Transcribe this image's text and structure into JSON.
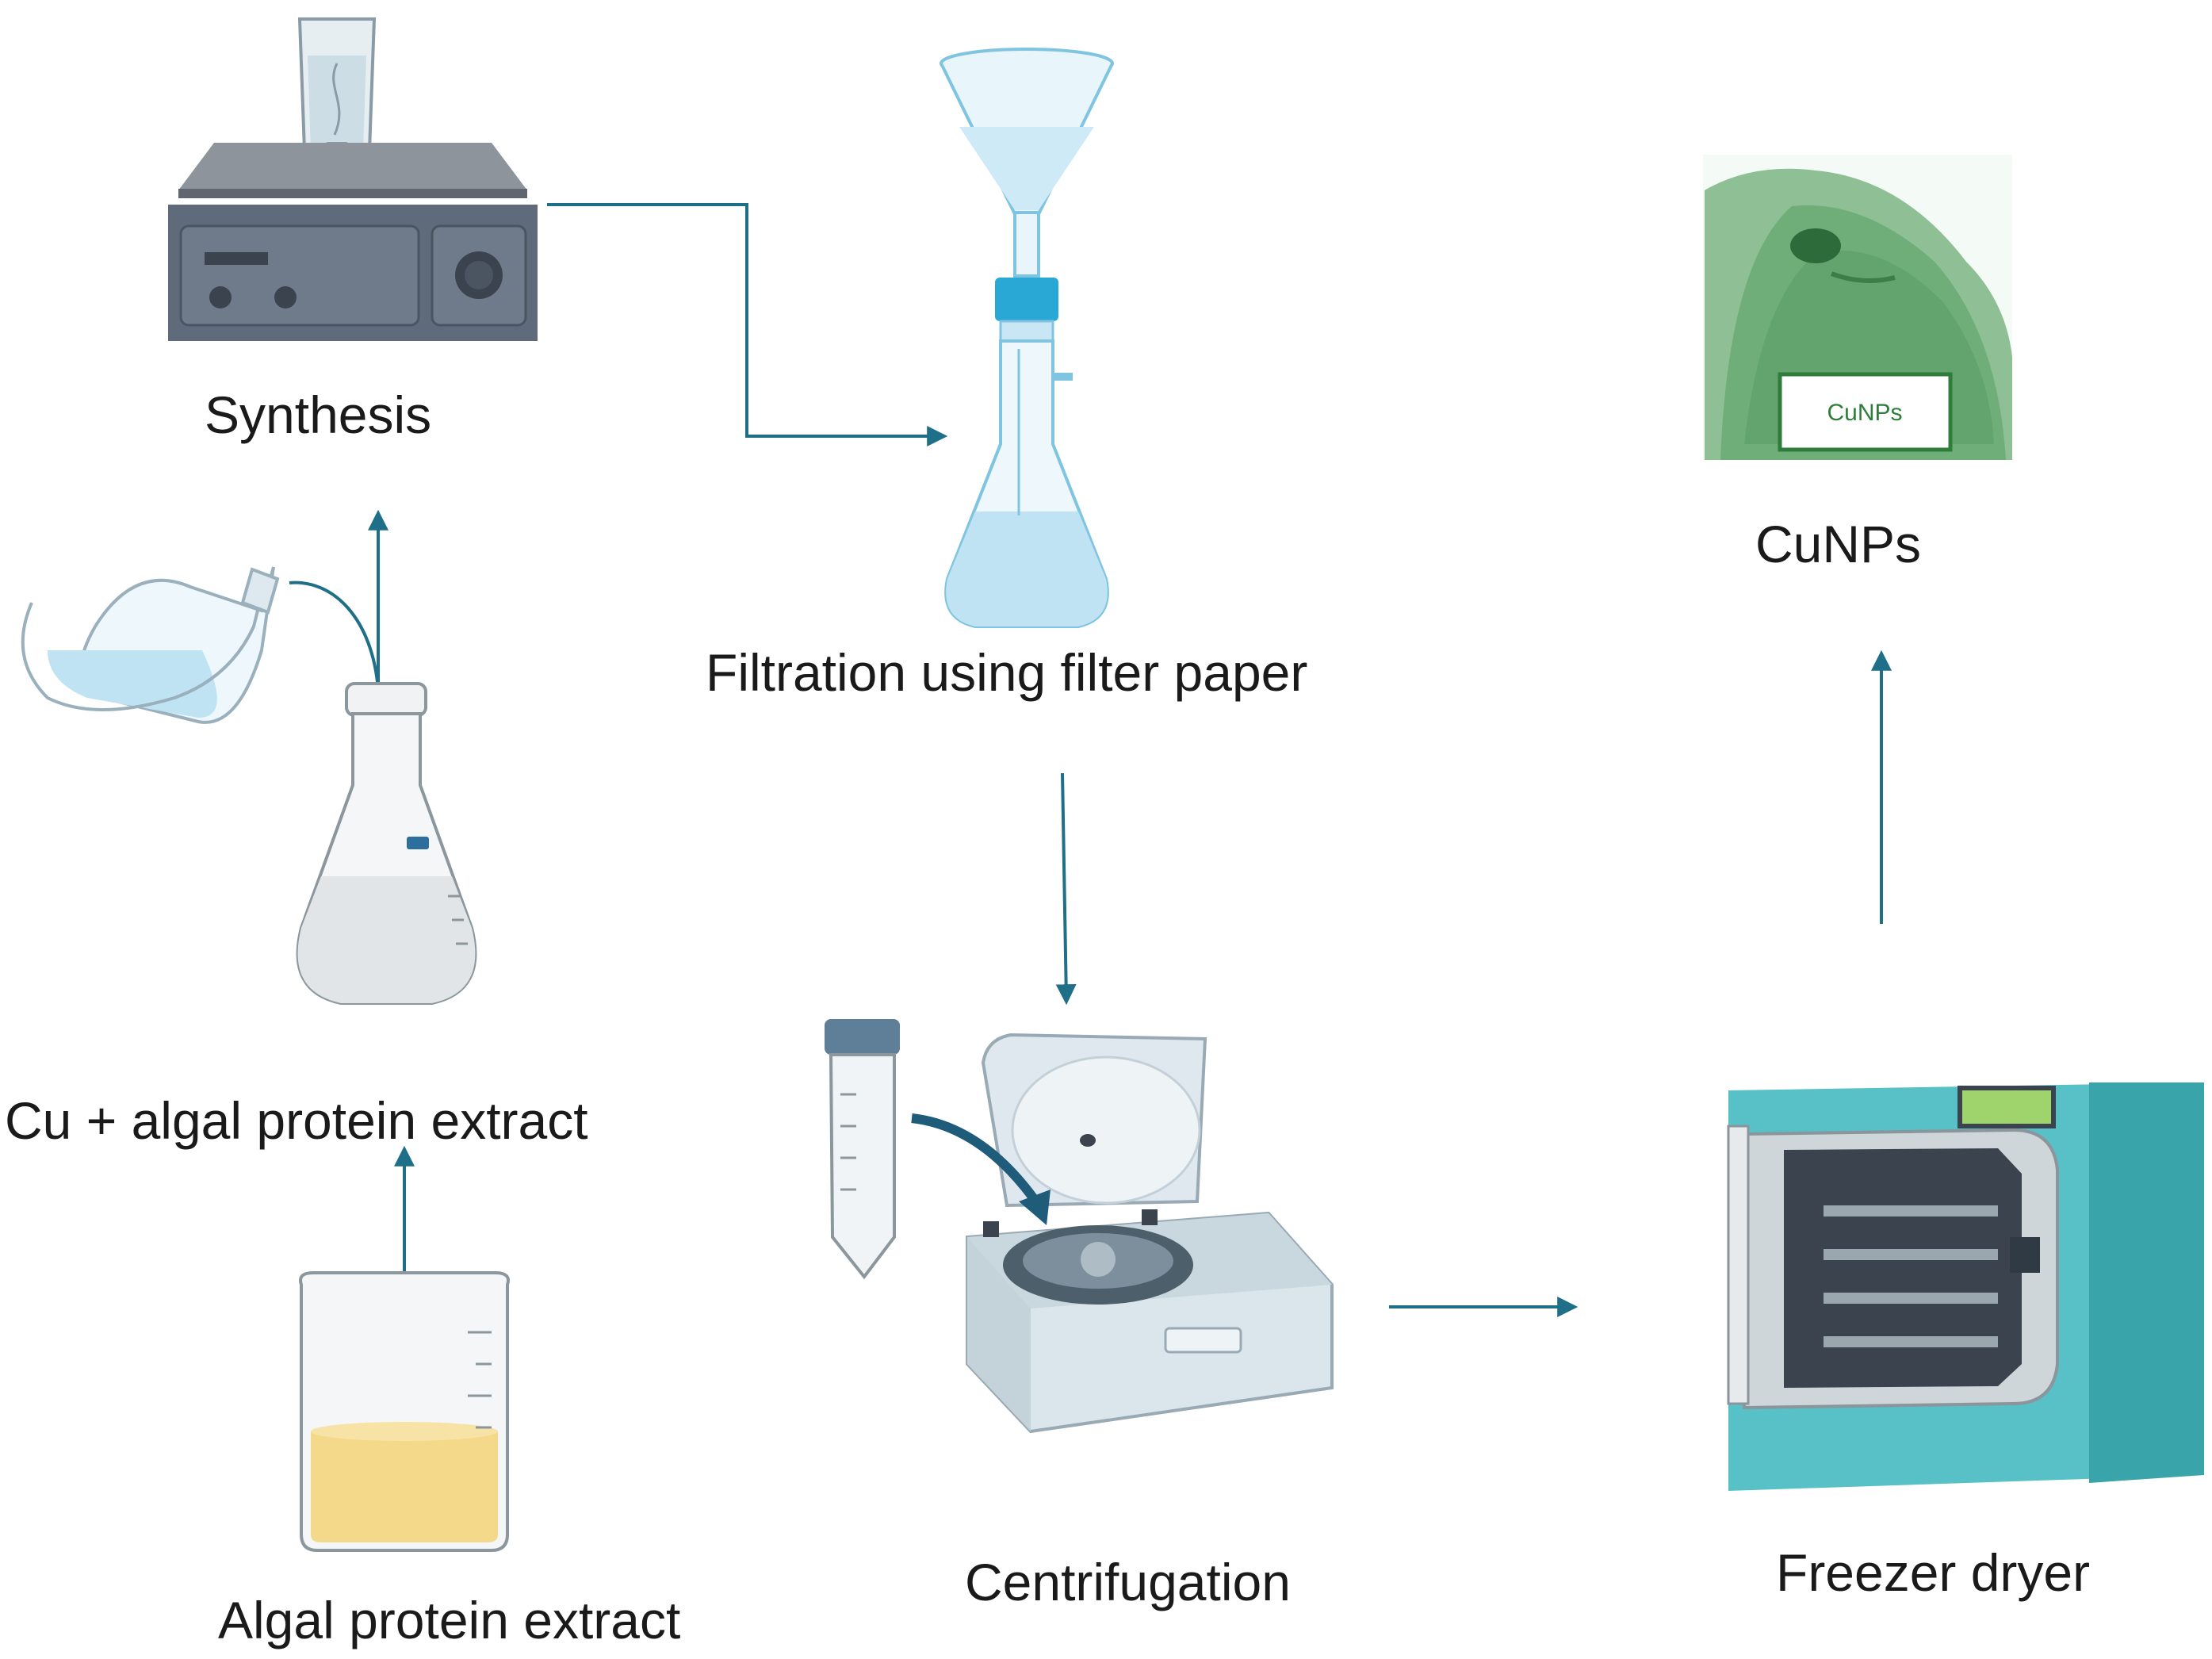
{
  "diagram": {
    "steps": {
      "synthesis": "Synthesis",
      "filtration": "Filtration using filter paper",
      "cunps": "CuNPs",
      "mix": "Cu + algal protein extract",
      "algal_extract": "Algal protein extract",
      "centrifugation": "Centrifugation",
      "freezer_dryer": "Freezer dryer"
    },
    "powder_tag": "CuNPs"
  },
  "colors": {
    "arrow": "#1e6f87",
    "liquid_blue": "#bfe3f2",
    "liquid_yellow": "#f5d98a",
    "device_gray": "#5f6b7a",
    "freezer_teal": "#4fb8c0",
    "powder_green": "#5e9e6a"
  }
}
